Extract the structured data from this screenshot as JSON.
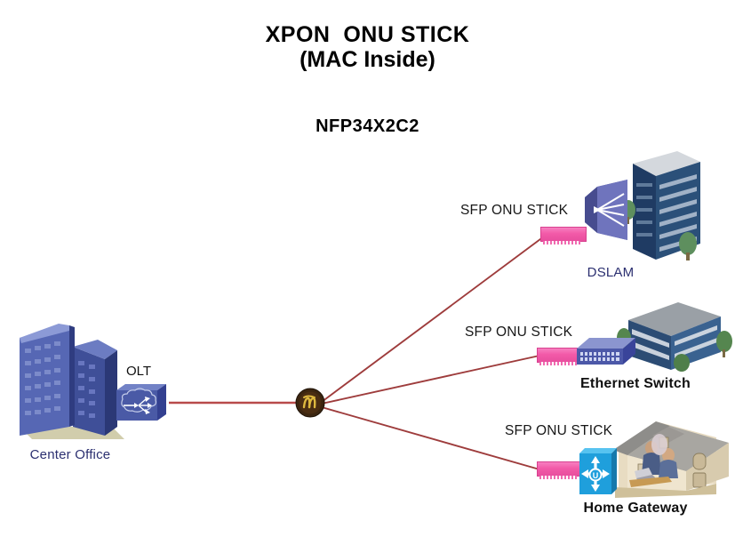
{
  "title": {
    "main": "XPON  ONU STICK",
    "sub": "(MAC Inside)",
    "model": "NFP34X2C2"
  },
  "colors": {
    "link_line": "#a03a3a",
    "sfp_stick_pink": "#f25aa8",
    "building_blue": "#4f5fa8",
    "label_navy": "#2b2f70",
    "splitter_dark": "#3a2410",
    "splitter_gold": "#d8b23c",
    "background": "#ffffff"
  },
  "nodes": {
    "center_office": {
      "label": "Center Office",
      "icon": "office-building-icon"
    },
    "olt": {
      "label": "OLT",
      "icon": "olt-device-icon"
    },
    "splitter": {
      "label": "",
      "icon": "optical-splitter-icon"
    },
    "dslam": {
      "label": "DSLAM",
      "icon": "dslam-icon",
      "building_icon": "high-rise-building-icon"
    },
    "ethernet_switch": {
      "label": "Ethernet Switch",
      "icon": "ethernet-switch-icon",
      "building_icon": "office-block-icon"
    },
    "home_gateway": {
      "label": "Home Gateway",
      "icon": "home-gateway-router-icon",
      "building_icon": "house-icon"
    }
  },
  "sfp_sticks": [
    {
      "label": "SFP ONU STICK",
      "target": "dslam"
    },
    {
      "label": "SFP ONU STICK",
      "target": "ethernet_switch"
    },
    {
      "label": "SFP ONU STICK",
      "target": "home_gateway"
    }
  ],
  "links": [
    {
      "from": "olt",
      "to": "splitter"
    },
    {
      "from": "splitter",
      "to": "dslam"
    },
    {
      "from": "splitter",
      "to": "ethernet_switch"
    },
    {
      "from": "splitter",
      "to": "home_gateway"
    }
  ]
}
